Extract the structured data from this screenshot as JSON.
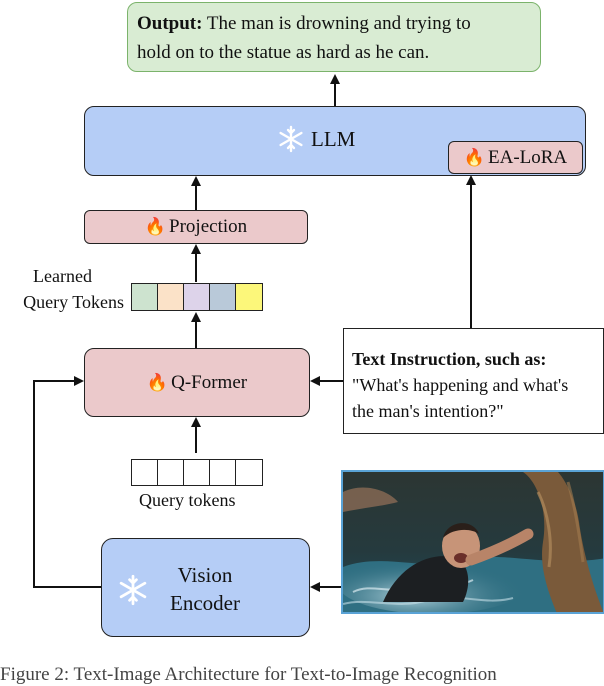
{
  "output": {
    "label": "Output:",
    "text_line1": "The man is drowning and trying to",
    "text_line2": "hold on to the statue as hard as he can."
  },
  "llm": {
    "label": "LLM",
    "icon": "snowflake-icon"
  },
  "ea_lora": {
    "label": "EA-LoRA",
    "icon": "fire-icon"
  },
  "projection": {
    "label": "Projection",
    "icon": "fire-icon"
  },
  "learned_tokens": {
    "line1": "Learned",
    "line2": "Query Tokens",
    "colors": [
      "#cde3cf",
      "#fbe2c8",
      "#ddd3ea",
      "#b9c9d9",
      "#fcf77a"
    ]
  },
  "qformer": {
    "label": "Q-Former",
    "icon": "fire-icon"
  },
  "instruction": {
    "title": "Text Instruction, such as:",
    "line1": "\"What's happening and what's",
    "line2": "the man's intention?\""
  },
  "query_tokens": {
    "label": "Query tokens",
    "count": 5
  },
  "vision_encoder": {
    "line1": "Vision",
    "line2": "Encoder",
    "icon": "snowflake-icon"
  },
  "caption": {
    "text": "Figure 2: Text-Image Architecture for Text-to-Image Recognition"
  },
  "colors": {
    "green_fill": "#d9ecd3",
    "green_border": "#7bb36b",
    "blue_fill": "#b5cdf6",
    "pink_fill": "#ebc9cb",
    "photo_border": "#5aa3d6"
  }
}
